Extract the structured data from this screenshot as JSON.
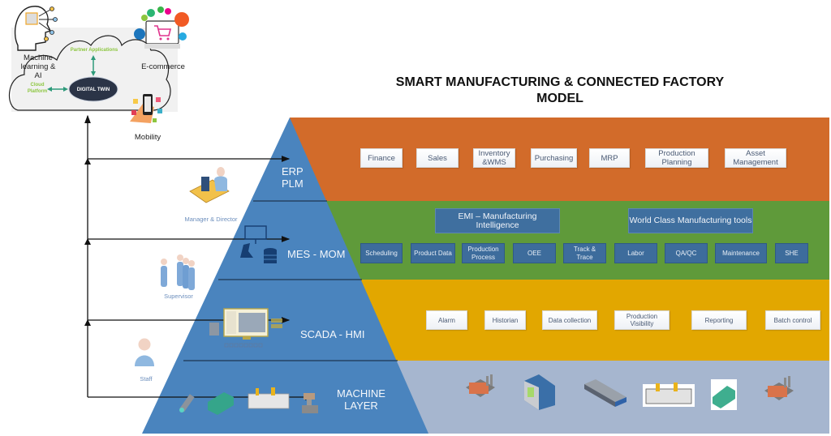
{
  "title": {
    "line1": "SMART MANUFACTURING & CONNECTED FACTORY",
    "line2": "MODEL"
  },
  "cloud": {
    "center_label": "DIGITAL TWIN",
    "partner_label": "Partner Applications",
    "cloud_platform_line1": "Cloud",
    "cloud_platform_line2": "Platform",
    "ml_label_line1": "Machine",
    "ml_label_line2": "learning &",
    "ml_label_line3": "AI",
    "ecommerce_label": "E-commerce",
    "mobility_label": "Mobility"
  },
  "colors": {
    "pyramid": "#4a84be",
    "erp_band": "#d26b2a",
    "mes_band": "#5f9a3a",
    "scada_band": "#e2a700",
    "machine_band": "#a6b6cf",
    "partner_text": "#8cc63f",
    "twin_ellipse": "#2b3447"
  },
  "layers": [
    {
      "id": "erp",
      "label_line1": "ERP",
      "label_line2": "PLM",
      "role": "Manager & Director",
      "modules": [
        "Finance",
        "Sales",
        "Inventory &WMS",
        "Purchasing",
        "MRP",
        "Production Planning",
        "Asset Management"
      ]
    },
    {
      "id": "mes",
      "label_line1": "MES - MOM",
      "role": "Supervisor",
      "groups": [
        "EMI – Manufacturing Intelligence",
        "World Class Manufacturing tools"
      ],
      "modules": [
        "Scheduling",
        "Product Data",
        "Production Process",
        "OEE",
        "Track & Trace",
        "Labor",
        "QA/QC",
        "Maintenance",
        "SHE"
      ]
    },
    {
      "id": "scada",
      "label_line1": "SCADA - HMI",
      "role": "Staff",
      "modules": [
        "Alarm",
        "Historian",
        "Data collection",
        "Production Visibility",
        "Reporting",
        "Batch control"
      ]
    },
    {
      "id": "machine",
      "label_line1": "MACHINE",
      "label_line2": "LAYER",
      "devices": [
        "factory-icon",
        "controller-cabinet-icon",
        "network-switch-icon",
        "assembly-line-icon",
        "sensor-block-icon",
        "factory-icon"
      ]
    }
  ]
}
